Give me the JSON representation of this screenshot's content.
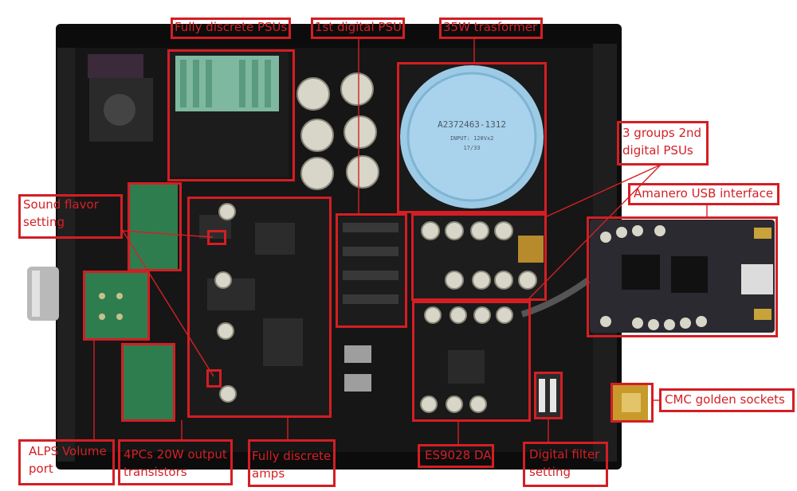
{
  "labels": {
    "fully_discrete_psus": "Fully discrete PSUs",
    "first_digital_psu": "1st digital PSU",
    "transformer": "35W trasformer",
    "second_digital_psus": "3 groups 2nd digital PSUs",
    "amanero": "Amanero USB interface",
    "sound_flavor": "Sound flavor setting",
    "cmc_sockets": "CMC golden sockets",
    "alps_volume": "ALPS Volume port",
    "output_transistors": "4PCs 20W output transistors",
    "fully_discrete_amps": "Fully discrete amps",
    "es9028": "ES9028 DA",
    "digital_filter": "Digital filter setting"
  },
  "transformer_print": {
    "line1": "A2372463-1312",
    "line2": "INPUT: 120Vx2",
    "line3": "17/33"
  },
  "colors": {
    "annotation": "#d42026",
    "chassis": "#111111",
    "pcb": "#1a1a1a",
    "transformer": "#9dcbe6",
    "psu_board": "#2e7d4f"
  }
}
